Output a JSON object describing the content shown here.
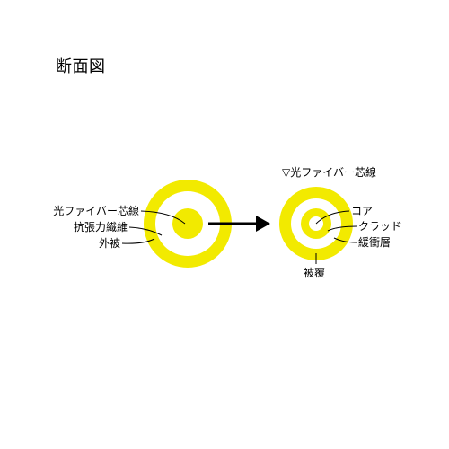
{
  "title": "断面図",
  "colors": {
    "jacket": "#f2ea00",
    "white": "#ffffff",
    "line": "#000000"
  },
  "left_cable": {
    "labels": {
      "fiber": "光ファイバー芯線",
      "aramid": "抗張力繊維",
      "sheath": "外被"
    }
  },
  "right_fiber": {
    "heading": "▽光ファイバー芯線",
    "labels": {
      "core": "コア",
      "cladding": "クラッド",
      "buffer": "緩衝層",
      "coating": "被覆"
    }
  }
}
